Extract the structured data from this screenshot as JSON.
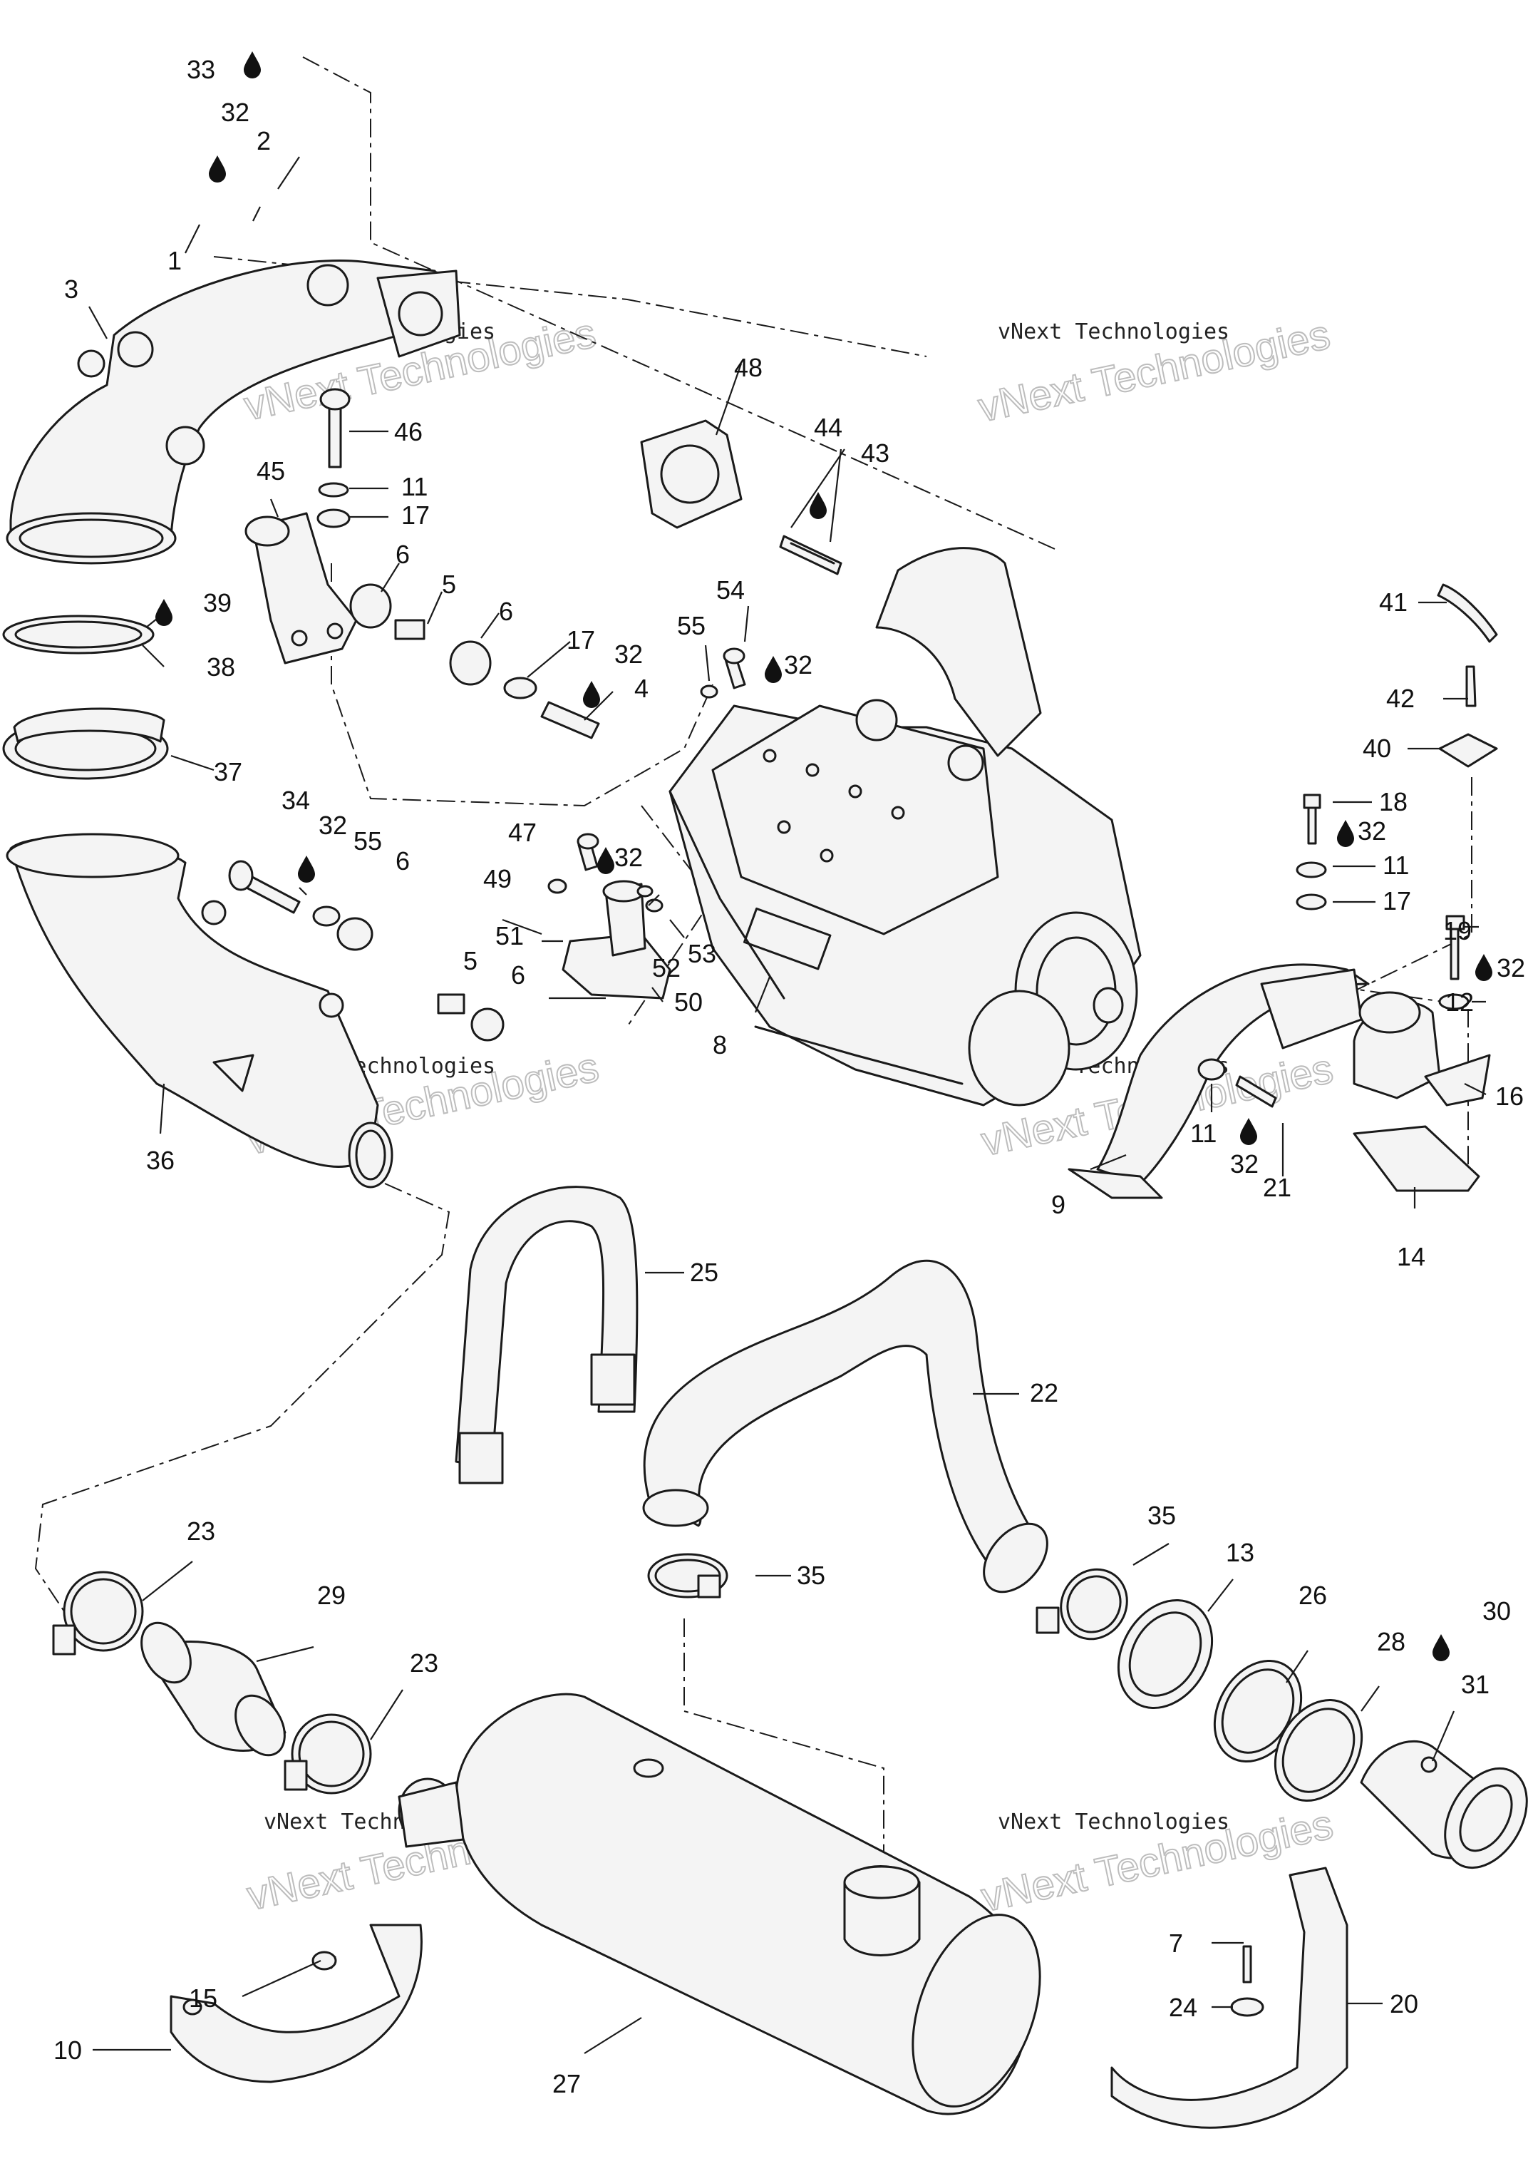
{
  "watermark": {
    "line1": "vNext Technologies",
    "line2": "vNext Technologies"
  },
  "callouts": [
    "1",
    "2",
    "3",
    "4",
    "5",
    "6",
    "7",
    "8",
    "9",
    "10",
    "11",
    "12",
    "13",
    "14",
    "15",
    "16",
    "17",
    "18",
    "19",
    "20",
    "21",
    "22",
    "23",
    "24",
    "25",
    "26",
    "27",
    "28",
    "29",
    "30",
    "31",
    "32",
    "33",
    "34",
    "35",
    "36",
    "37",
    "38",
    "39",
    "40",
    "41",
    "42",
    "43",
    "44",
    "45",
    "46",
    "47",
    "48",
    "49",
    "50",
    "51",
    "52",
    "53",
    "54",
    "55"
  ],
  "lubricant_marker": {
    "icon": "oil-drop-icon",
    "label": "32"
  },
  "colors": {
    "line": "#1a1a1a",
    "background": "#ffffff",
    "watermark_outline": "#bdbdbd"
  }
}
